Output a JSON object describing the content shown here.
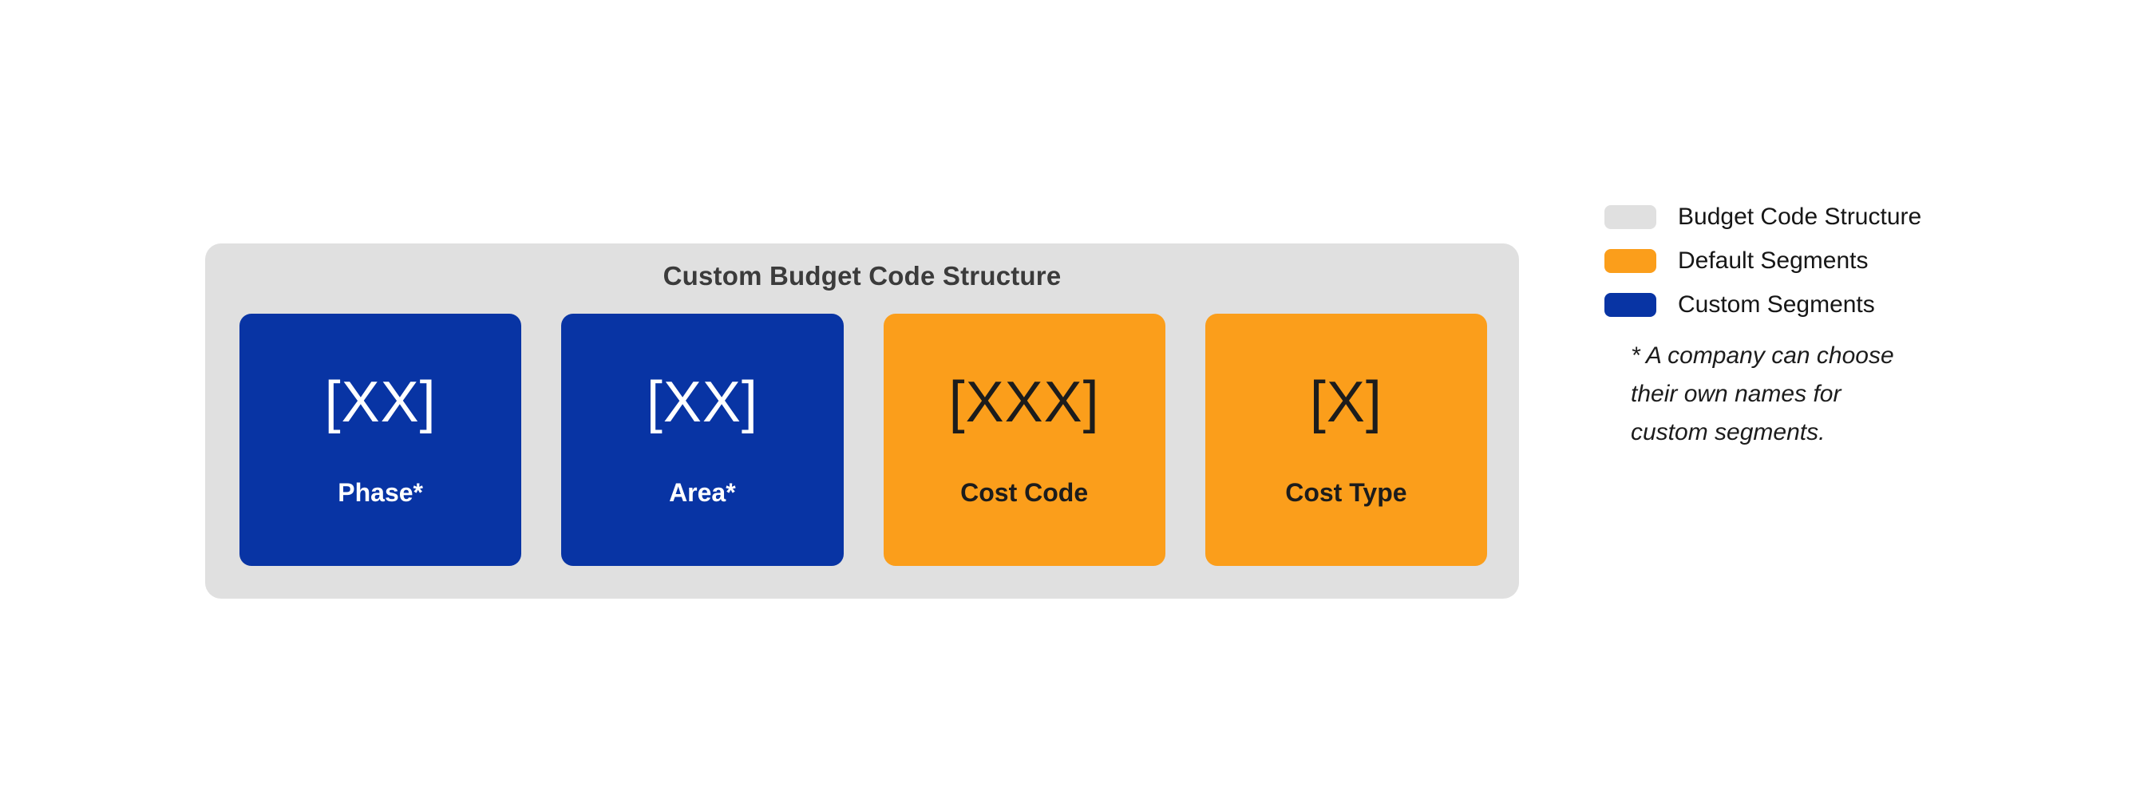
{
  "colors": {
    "structure_gray": "#e0e0e0",
    "default_orange": "#fb9e1b",
    "custom_blue": "#0834a4"
  },
  "diagram": {
    "title": "Custom Budget Code Structure",
    "segments": [
      {
        "code": "[XX]",
        "label": "Phase*",
        "type": "custom"
      },
      {
        "code": "[XX]",
        "label": "Area*",
        "type": "custom"
      },
      {
        "code": "[XXX]",
        "label": "Cost Code",
        "type": "default"
      },
      {
        "code": "[X]",
        "label": "Cost Type",
        "type": "default"
      }
    ]
  },
  "legend": {
    "items": [
      {
        "label": "Budget Code Structure"
      },
      {
        "label": "Default Segments"
      },
      {
        "label": "Custom Segments"
      }
    ],
    "note_lines": [
      "* A company can choose",
      "their own names for",
      "custom segments."
    ]
  }
}
